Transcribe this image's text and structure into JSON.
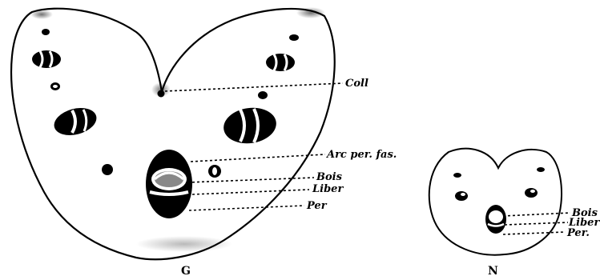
{
  "figure_G": {
    "caption": "G",
    "labels": {
      "coll": "Coll",
      "arc": "Arc per. fas.",
      "bois": "Bois",
      "liber": "Liber",
      "per": "Per"
    }
  },
  "figure_N": {
    "caption": "N",
    "labels": {
      "bois": "Bois",
      "liber": "Liber",
      "per": "Per."
    }
  }
}
